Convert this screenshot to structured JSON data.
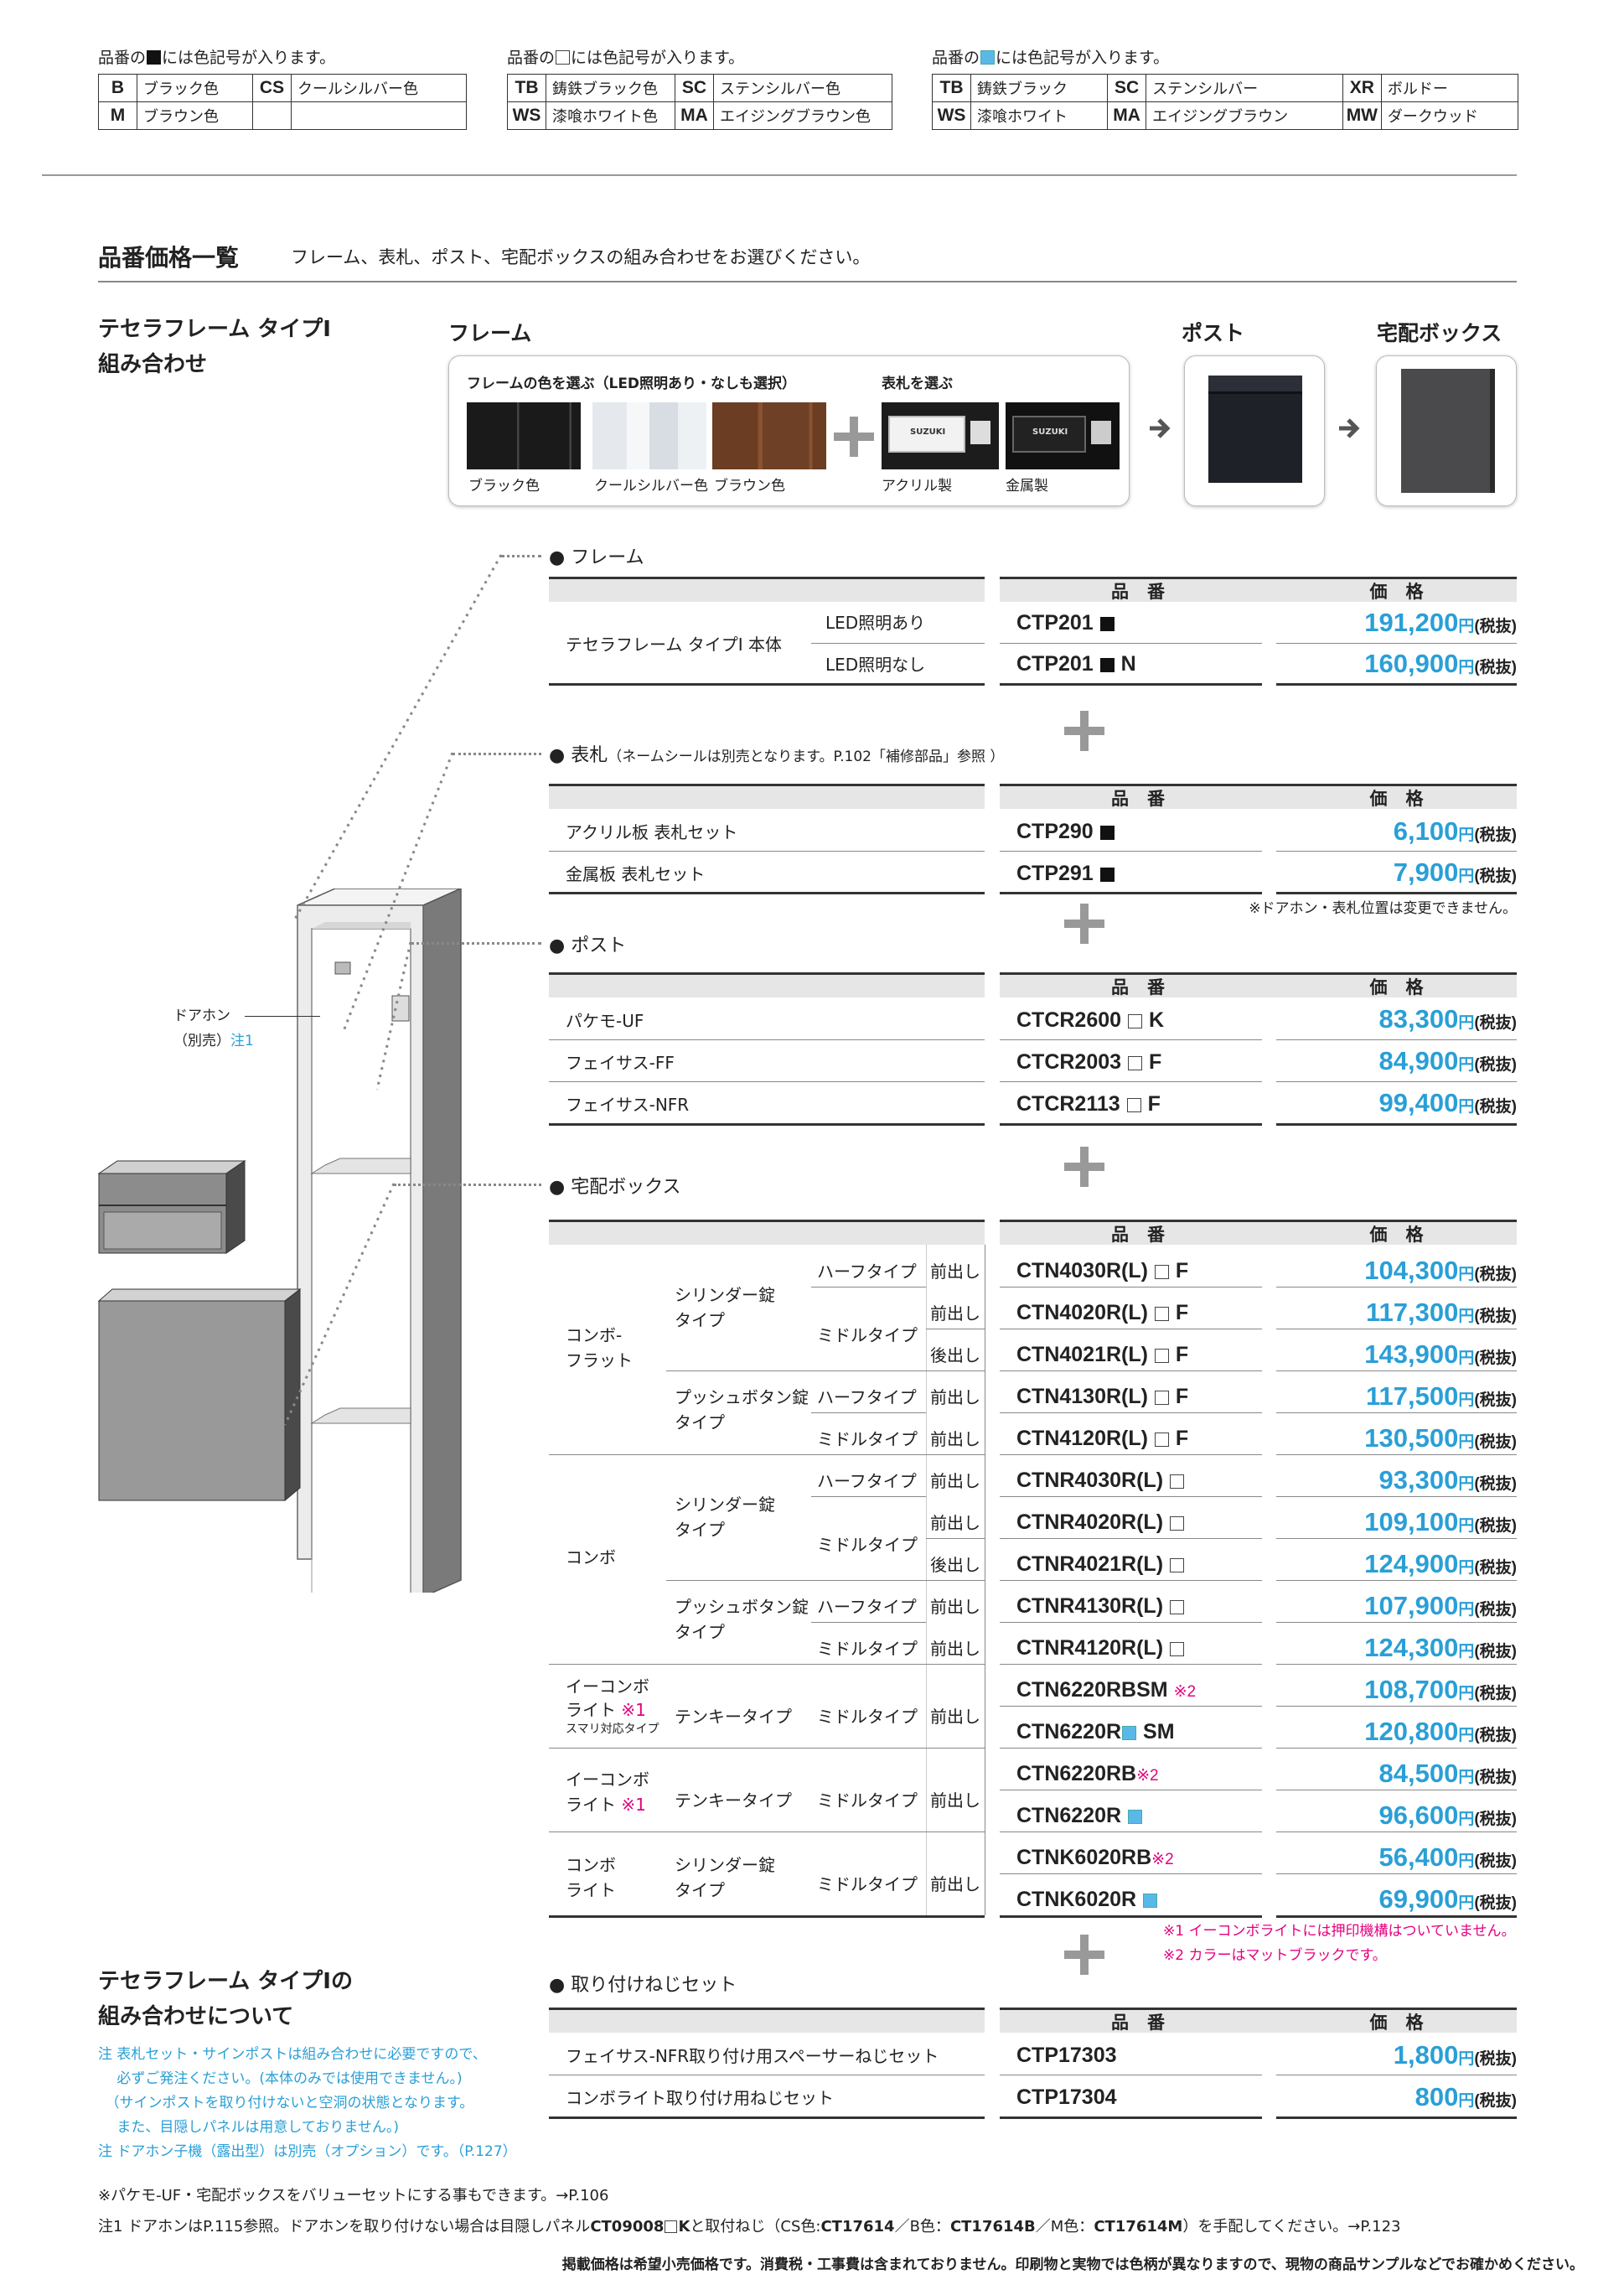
{
  "legends": [
    {
      "title_pre": "品番の",
      "swatch": "k",
      "title_post": "には色記号が入ります。",
      "rows": [
        [
          {
            "c": "B",
            "n": "ブラック色"
          },
          {
            "c": "CS",
            "n": "クールシルバー色"
          }
        ],
        [
          {
            "c": "M",
            "n": "ブラウン色"
          },
          {
            "c": "",
            "n": ""
          }
        ]
      ]
    },
    {
      "title_pre": "品番の",
      "swatch": "w",
      "title_post": "には色記号が入ります。",
      "rows": [
        [
          {
            "c": "TB",
            "n": "鋳鉄ブラック色"
          },
          {
            "c": "SC",
            "n": "ステンシルバー色"
          }
        ],
        [
          {
            "c": "WS",
            "n": "漆喰ホワイト色"
          },
          {
            "c": "MA",
            "n": "エイジングブラウン色"
          }
        ]
      ]
    },
    {
      "title_pre": "品番の",
      "swatch": "b",
      "title_post": "には色記号が入ります。",
      "rows": [
        [
          {
            "c": "TB",
            "n": "鋳鉄ブラック"
          },
          {
            "c": "SC",
            "n": "ステンシルバー"
          },
          {
            "c": "XR",
            "n": "ボルドー"
          }
        ],
        [
          {
            "c": "WS",
            "n": "漆喰ホワイト"
          },
          {
            "c": "MA",
            "n": "エイジングブラウン"
          },
          {
            "c": "MW",
            "n": "ダークウッド"
          }
        ]
      ]
    }
  ],
  "section_title": "品番価格一覧",
  "section_desc": "フレーム、表札、ポスト、宅配ボックスの組み合わせをお選びください。",
  "left_title": [
    "テセラフレーム タイプⅠ",
    "組み合わせ"
  ],
  "col_heads": {
    "frame": "フレーム",
    "post": "ポスト",
    "box": "宅配ボックス"
  },
  "panel": {
    "frame_color_label": "フレームの色を選ぶ（LED照明あり・なしも選択）",
    "nameplate_label": "表札を選ぶ",
    "colors": [
      "ブラック色",
      "クールシルバー色",
      "ブラウン色"
    ],
    "plates": [
      "アクリル製",
      "金属製"
    ],
    "plate_text": "SUZUKI"
  },
  "table_head": {
    "code": "品番",
    "price": "価格",
    "tax": "(税抜)",
    "yen": "円"
  },
  "frame": {
    "bullet": "フレーム",
    "name": "テセラフレーム タイプⅠ 本体",
    "rows": [
      {
        "sub": "LED照明あり",
        "code": "CTP201",
        "sw": "k",
        "suffix": "",
        "price": "191,200"
      },
      {
        "sub": "LED照明なし",
        "code": "CTP201",
        "sw": "k",
        "suffix": "N",
        "price": "160,900"
      }
    ]
  },
  "nameplate": {
    "bullet": "表札",
    "note": "（ネームシールは別売となります。P.102「補修部品」参照 ）",
    "rows": [
      {
        "name": "アクリル板 表札セット",
        "code": "CTP290",
        "sw": "k",
        "suffix": "",
        "price": "6,100"
      },
      {
        "name": "金属板 表札セット",
        "code": "CTP291",
        "sw": "k",
        "suffix": "",
        "price": "7,900"
      }
    ],
    "footnote": "※ドアホン・表札位置は変更できません。"
  },
  "post": {
    "bullet": "ポスト",
    "rows": [
      {
        "name": "パケモ-UF",
        "code": "CTCR2600",
        "sw": "w",
        "suffix": "K",
        "price": "83,300"
      },
      {
        "name": "フェイサス-FF",
        "code": "CTCR2003",
        "sw": "w",
        "suffix": "F",
        "price": "84,900"
      },
      {
        "name": "フェイサス-NFR",
        "code": "CTCR2113",
        "sw": "w",
        "suffix": "F",
        "price": "99,400"
      }
    ]
  },
  "box": {
    "bullet": "宅配ボックス",
    "groups": {
      "g1": "コンボ-\nフラット",
      "g2": "コンボ",
      "g3a": "イーコンボ",
      "g3b": "ライト",
      "g3c": "スマリ対応タイプ",
      "g4a": "イーコンボ",
      "g4b": "ライト",
      "g5a": "コンボ",
      "g5b": "ライト",
      "cyl": "シリンダー錠",
      "type": "タイプ",
      "push": "プッシュボタン錠",
      "tenkey": "テンキータイプ",
      "half": "ハーフタイプ",
      "middle": "ミドルタイプ",
      "front": "前出し",
      "back": "後出し",
      "n1": "※1",
      "n2": "※2"
    },
    "rows": [
      {
        "code": "CTN4030R(L)",
        "sw": "w",
        "suffix": "F",
        "price": "104,300"
      },
      {
        "code": "CTN4020R(L)",
        "sw": "w",
        "suffix": "F",
        "price": "117,300"
      },
      {
        "code": "CTN4021R(L)",
        "sw": "w",
        "suffix": "F",
        "price": "143,900"
      },
      {
        "code": "CTN4130R(L)",
        "sw": "w",
        "suffix": "F",
        "price": "117,500"
      },
      {
        "code": "CTN4120R(L)",
        "sw": "w",
        "suffix": "F",
        "price": "130,500"
      },
      {
        "code": "CTNR4030R(L)",
        "sw": "w",
        "suffix": "",
        "price": "93,300"
      },
      {
        "code": "CTNR4020R(L)",
        "sw": "w",
        "suffix": "",
        "price": "109,100"
      },
      {
        "code": "CTNR4021R(L)",
        "sw": "w",
        "suffix": "",
        "price": "124,900"
      },
      {
        "code": "CTNR4130R(L)",
        "sw": "w",
        "suffix": "",
        "price": "107,900"
      },
      {
        "code": "CTNR4120R(L)",
        "sw": "w",
        "suffix": "",
        "price": "124,300"
      },
      {
        "code": "CTN6220RBSM",
        "sw": "",
        "suffix": "",
        "price": "108,700"
      },
      {
        "code": "CTN6220R",
        "sw": "b",
        "suffix": "SM",
        "price": "120,800"
      },
      {
        "code": "CTN6220RB",
        "sw": "",
        "suffix": "",
        "price": "84,500"
      },
      {
        "code": "CTN6220R",
        "sw": "b",
        "suffix": "",
        "price": "96,600"
      },
      {
        "code": "CTNK6020RB",
        "sw": "",
        "suffix": "",
        "price": "56,400"
      },
      {
        "code": "CTNK6020R",
        "sw": "b",
        "suffix": "",
        "price": "69,900"
      }
    ],
    "foot1": "※1 イーコンボライトには押印機構はついていません。",
    "foot2": "※2 カラーはマットブラックです。"
  },
  "screws": {
    "bullet": "取り付けねじセット",
    "rows": [
      {
        "name": "フェイサス-NFR取り付け用スペーサーねじセット",
        "code": "CTP17303",
        "price": "1,800"
      },
      {
        "name": "コンボライト取り付け用ねじセット",
        "code": "CTP17304",
        "price": "800"
      }
    ]
  },
  "doorphone": {
    "l1": "ドアホン",
    "l2": "（別売）",
    "note": "注1"
  },
  "bottom_left": {
    "title": [
      "テセラフレーム タイプⅠの",
      "組み合わせについて"
    ],
    "notes": [
      "注 表札セット・サインポストは組み合わせに必要ですので、",
      "　 必ずご発注ください。(本体のみでは使用できません。)",
      "　（サインポストを取り付けないと空洞の状態となります。",
      "　 また、目隠しパネルは用意しておりません。)",
      "注 ドアホン子機（露出型）は別売（オプション）です。（P.127）"
    ]
  },
  "footer": {
    "n1": "※パケモ-UF・宅配ボックスをバリューセットにする事もできます。→P.106",
    "n2a": "注1 ドアホンはP.115参照。ドアホンを取り付けない場合は目隠しパネル",
    "n2b": "CT09008",
    "n2c": "K",
    "n2d": "と取付ねじ（CS色:",
    "n2e": "CT17614",
    "n2f": "／B色：",
    "n2g": "CT17614B",
    "n2h": "／M色：",
    "n2i": "CT17614M",
    "n2j": "）を手配してください。→P.123",
    "n3": "掲載価格は希望小売価格です。消費税・工事費は含まれておりません。印刷物と実物では色柄が異なりますので、現物の商品サンプルなどでお確かめください。"
  }
}
